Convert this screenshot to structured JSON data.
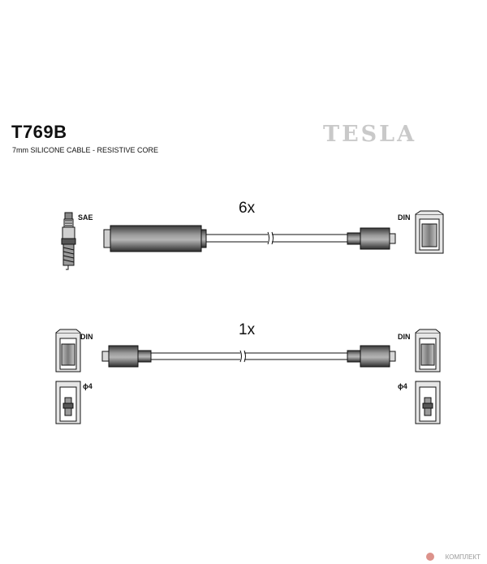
{
  "header": {
    "part_number": "T769B",
    "cable_spec": "7mm SILICONE CABLE - RESISTIVE CORE",
    "brand": "TESLA"
  },
  "diagram": {
    "top_assembly": {
      "quantity": "6x",
      "left_end_label": "SAE",
      "right_end_label": "DIN"
    },
    "bottom_assembly": {
      "quantity": "1x",
      "left_end_labels": [
        "DIN",
        "ϕ4"
      ],
      "right_end_labels": [
        "DIN",
        "ϕ4"
      ]
    }
  },
  "footer": {
    "watermark": "КОМПЛЕКТ"
  }
}
